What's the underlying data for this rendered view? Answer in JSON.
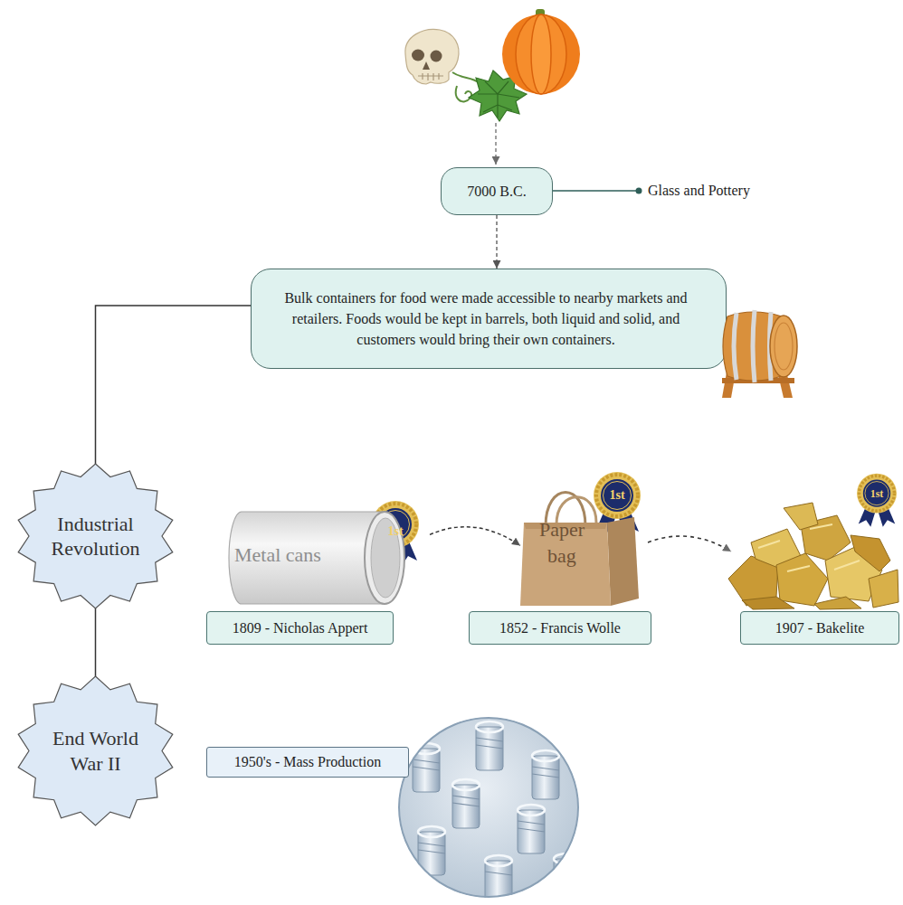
{
  "diagram": {
    "nodes": [
      {
        "text": [
          "7000 B.C."
        ]
      },
      {
        "text": [
          "Bulk containers for food were made accessible to nearby markets and retailers. Foods would be kept in barrels, both liquid and solid, and customers would bring their own containers."
        ]
      },
      {
        "text": [
          "Industrial Revolution"
        ]
      },
      {
        "text": [
          "Metal cans"
        ]
      },
      {
        "text": [
          "Paper bag"
        ]
      },
      {
        "text": [
          "1809 - Nicholas Appert"
        ]
      },
      {
        "text": [
          "1852 - Francis Wolle"
        ]
      },
      {
        "text": [
          "1907 - Bakelite"
        ]
      },
      {
        "text": [
          "End World War II"
        ]
      },
      {
        "text": [
          "1950's - Mass Production"
        ]
      }
    ],
    "edges": [
      {
        "from": 0,
        "to": 1,
        "arrow": "to"
      },
      {
        "from": 1,
        "to": 2,
        "arrow": "none"
      },
      {
        "from": 2,
        "to": 8,
        "arrow": "none"
      },
      {
        "from": 3,
        "to": 4,
        "arrow": "to"
      }
    ],
    "labels": [
      "Glass and Pottery",
      "1st",
      "1st",
      "1st"
    ]
  }
}
